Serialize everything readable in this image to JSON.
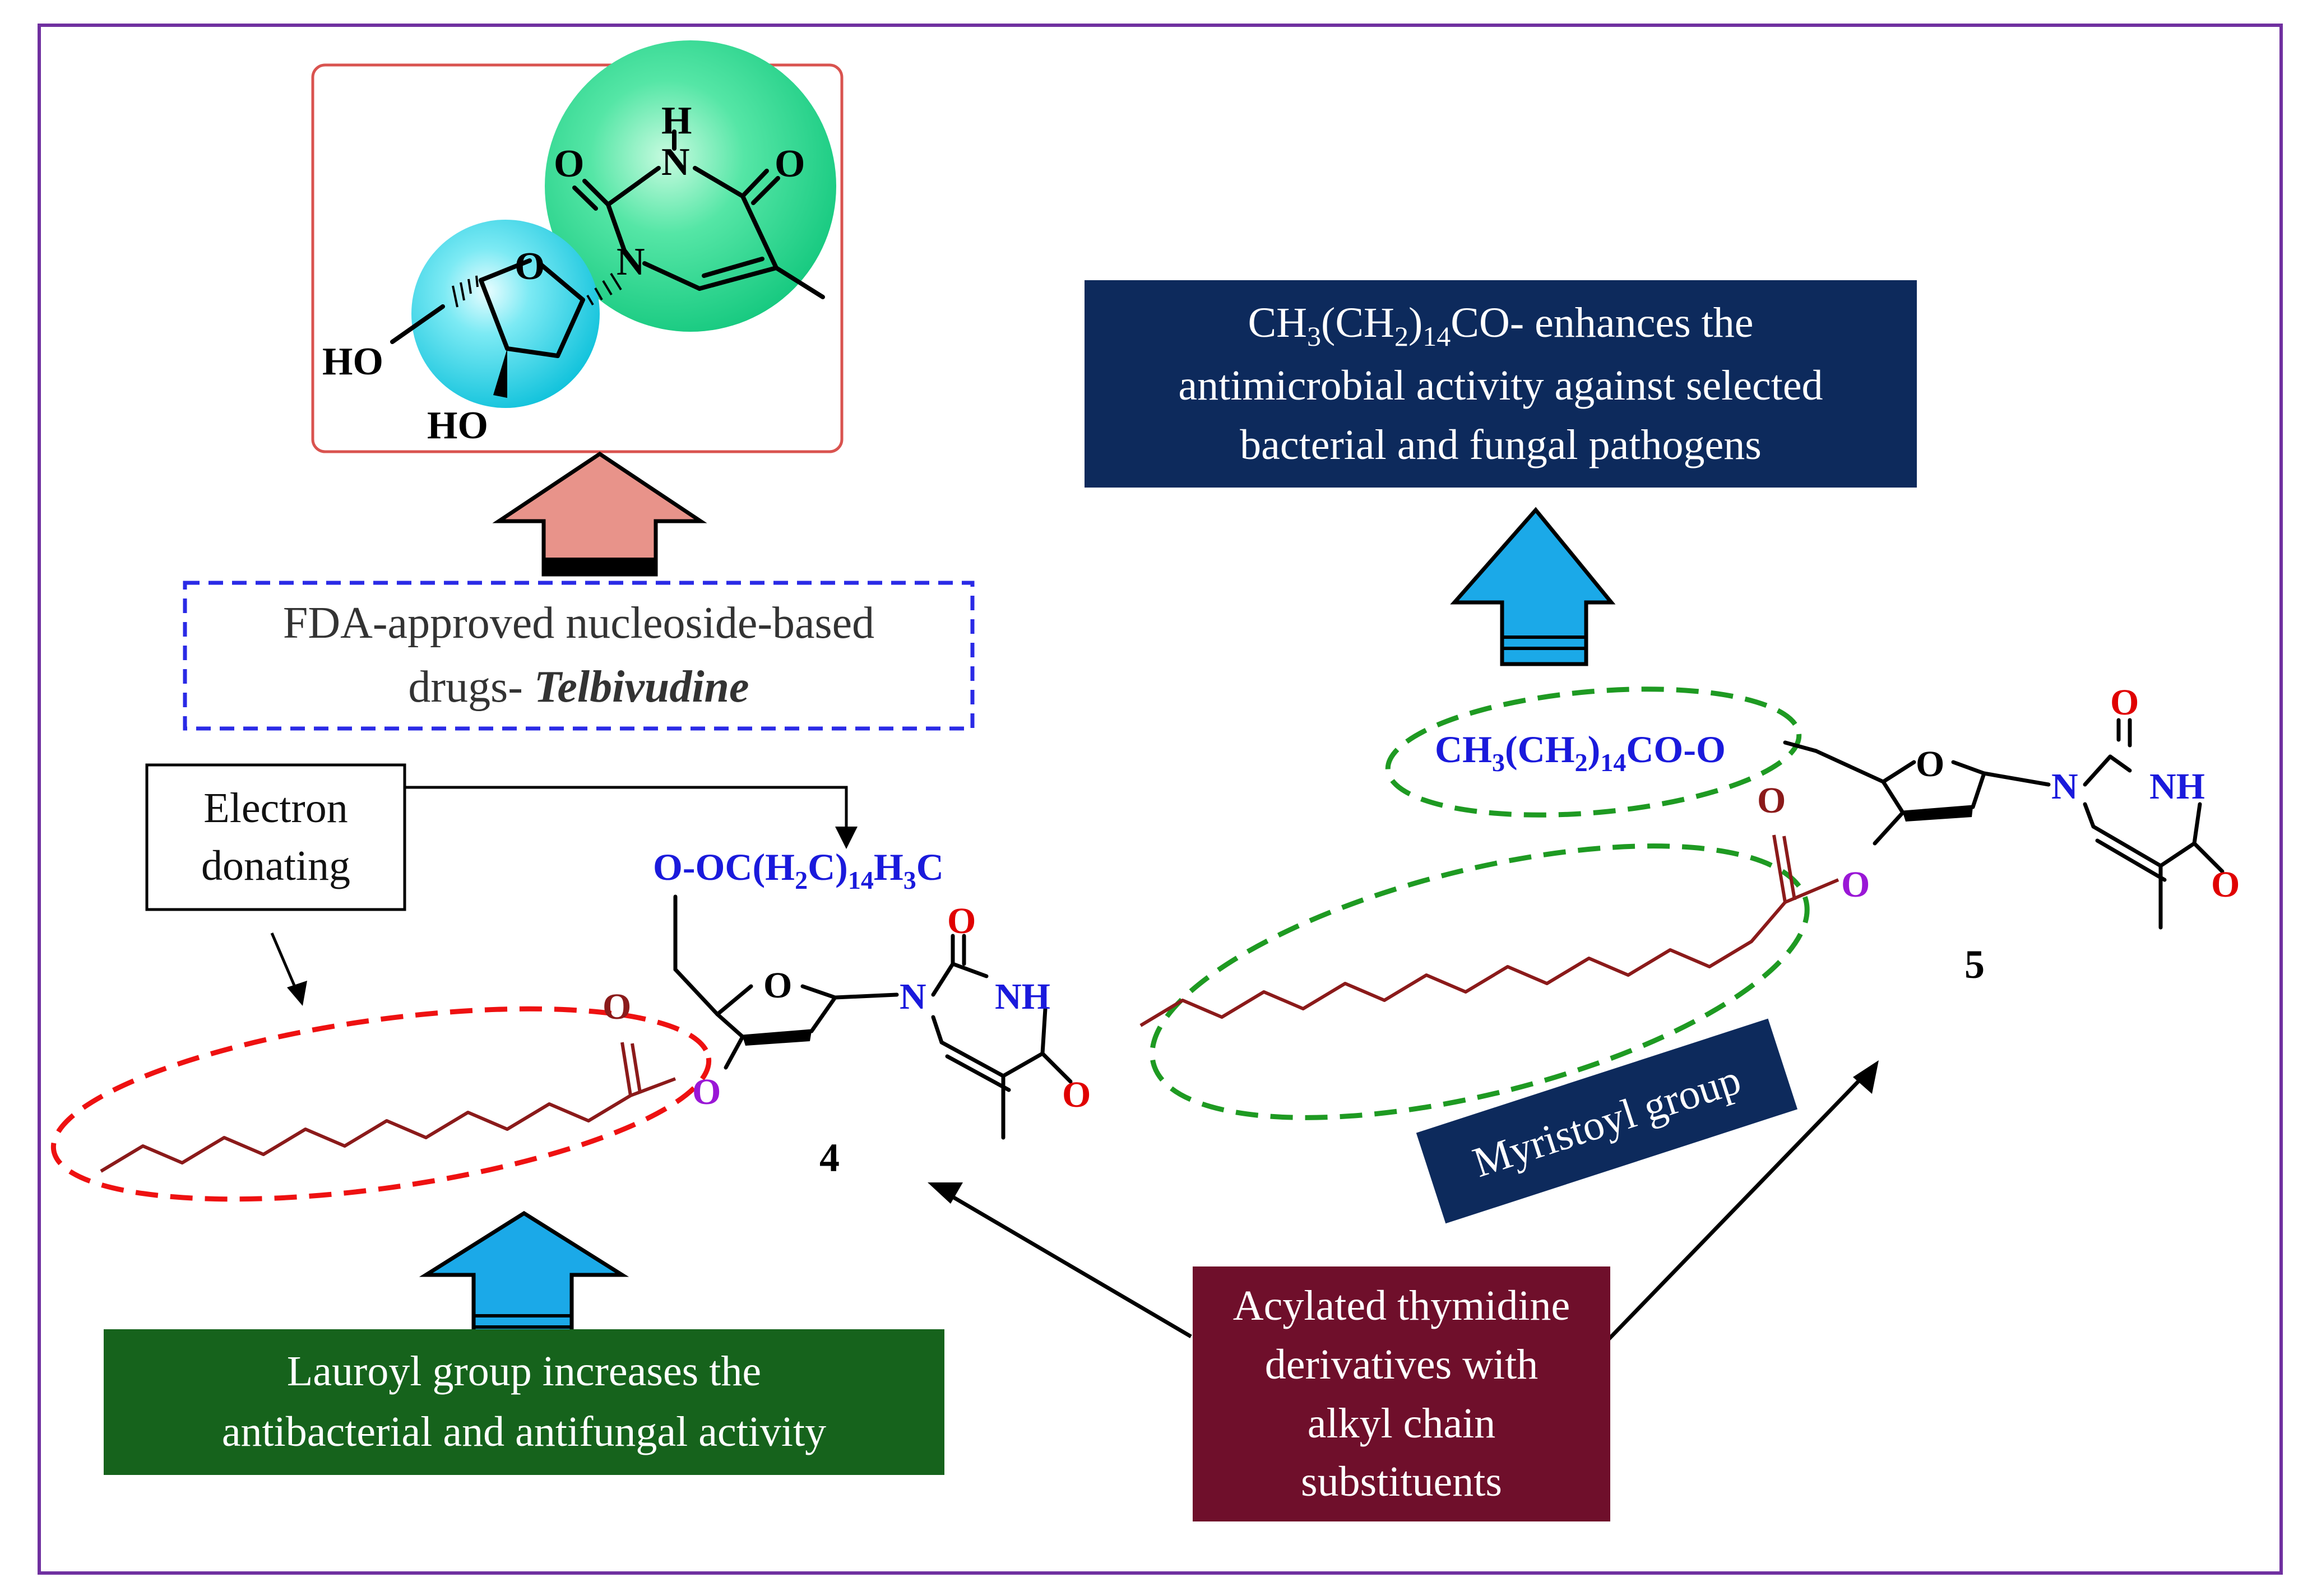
{
  "diagram": {
    "colors": {
      "frame": "#7030a0",
      "navy": "#0d2a5c",
      "green_box": "#16631c",
      "maroon": "#6f0f2b",
      "blue_text": "#1a1adc",
      "red_text": "#e00000",
      "purple_o": "#9a17d6",
      "chain": "#8b1a1a",
      "cyan_arrow": "#1ba9e8",
      "pink_arrow": "#e8938a",
      "red_dash": "#ee1111",
      "green_dash": "#1e9a22",
      "blue_dash": "#2a2ae6"
    },
    "telbivudine_box": {
      "atom_O_ring": "O",
      "atom_N1": "N",
      "atom_H": "H",
      "atom_N3": "N",
      "atom_O_left": "O",
      "atom_O_right": "O",
      "atom_HO_1": "HO",
      "atom_HO_2": "HO"
    },
    "fda_label": {
      "line1": "FDA-approved nucleoside-based",
      "line2_prefix": "drugs- ",
      "line2_drug": "Telbivudine"
    },
    "palmitoyl_box": {
      "line1_a": "CH",
      "line1_sub1": "3",
      "line1_b": "(CH",
      "line1_sub2": "2",
      "line1_c": ")",
      "line1_sub3": "14",
      "line1_d": "CO- enhances the",
      "line2": "antimicrobial activity  against selected",
      "line3": "bacterial  and fungal pathogens"
    },
    "electron_box": {
      "line1": "Electron",
      "line2": "donating"
    },
    "compound4": {
      "number": "4",
      "ester_a": "O-OC(H",
      "ester_sub1": "2",
      "ester_b": "C)",
      "ester_sub2": "14",
      "ester_c": "H",
      "ester_sub3": "3",
      "ester_d": "C",
      "carbonyl_O": "O",
      "ester_O": "O",
      "ring_O": "O",
      "N1": "N",
      "NH": "NH",
      "O2": "O",
      "O4": "O"
    },
    "compound5": {
      "number": "5",
      "ester_a": "CH",
      "ester_sub1": "3",
      "ester_b": "(CH",
      "ester_sub2": "2",
      "ester_c": ")",
      "ester_sub3": "14",
      "ester_d": "CO-O",
      "carbonyl_O": "O",
      "ester_O": "O",
      "ring_O": "O",
      "N1": "N",
      "NH": "NH",
      "O2": "O",
      "O4": "O"
    },
    "myristoyl_label": "Myristoyl group",
    "lauroyl_box": {
      "line1": "Lauroyl group increases  the",
      "line2": "antibacterial and  antifungal activity"
    },
    "acylated_box": {
      "line1": "Acylated thymidine",
      "line2": "derivatives with",
      "line3": "alkyl chain",
      "line4": "substituents"
    }
  }
}
